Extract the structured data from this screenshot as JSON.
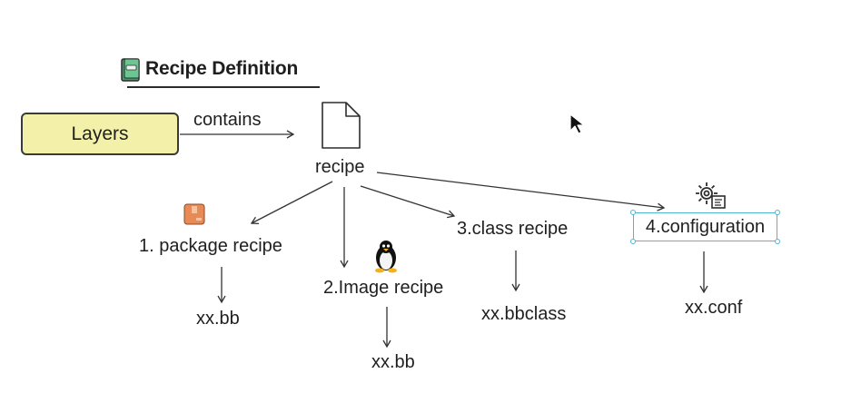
{
  "title": "Recipe Definition",
  "nodes": {
    "layers": "Layers",
    "recipe": "recipe",
    "package_recipe": "1. package recipe",
    "image_recipe": "2.Image recipe",
    "class_recipe": "3.class recipe",
    "configuration": "4.configuration"
  },
  "edge_labels": {
    "contains": "contains"
  },
  "outputs": {
    "package_file": "xx.bb",
    "image_file": "xx.bb",
    "class_file": "xx.bbclass",
    "config_file": "xx.conf"
  },
  "icons": {
    "title": "book-icon",
    "recipe": "document-icon",
    "package": "package-box-icon",
    "image": "linux-penguin-icon",
    "configuration": "gear-settings-icon",
    "cursor": "mouse-cursor-icon"
  },
  "colors": {
    "layers_fill": "#f3f1a9",
    "selection": "#4fb6d3",
    "package_icon": "#e88a55"
  }
}
